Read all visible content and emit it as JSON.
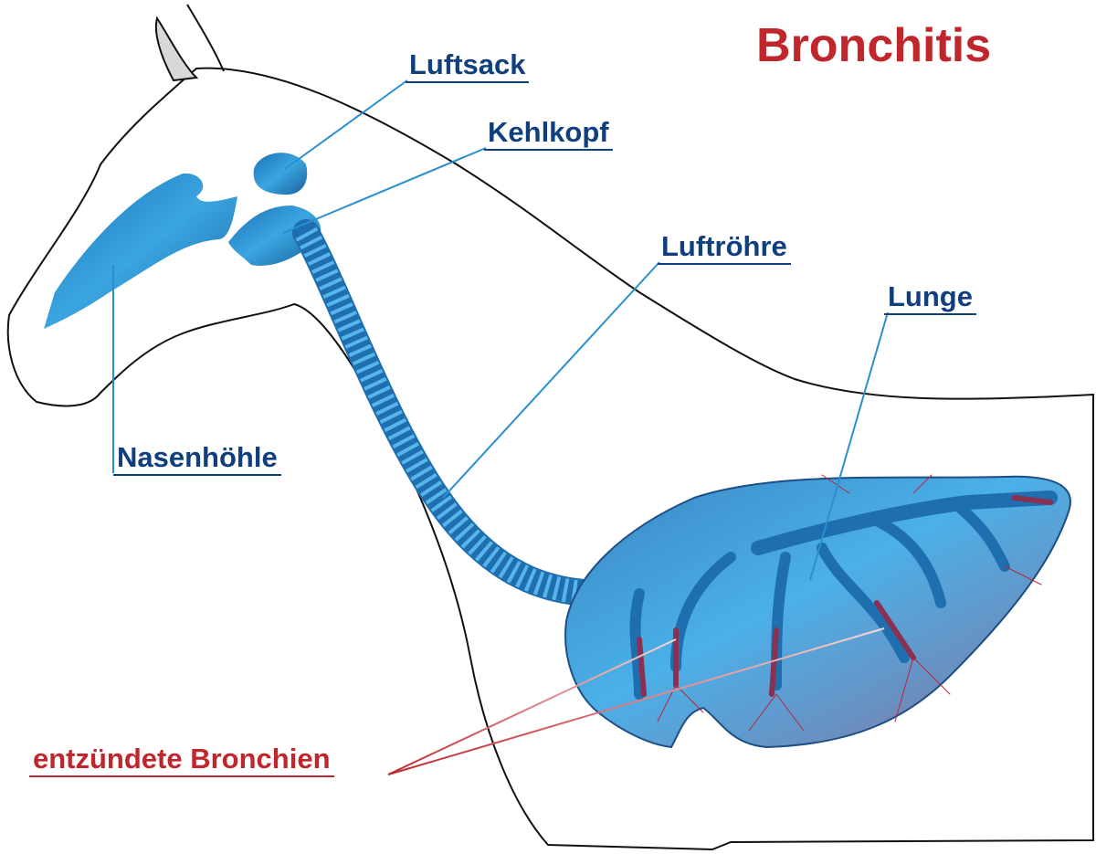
{
  "title": "Bronchitis",
  "labels": {
    "luftsack": "Luftsack",
    "kehlkopf": "Kehlkopf",
    "luftroehre": "Luftröhre",
    "lunge": "Lunge",
    "nasenhoehle": "Nasenhöhle",
    "bronchien": "entzündete Bronchien"
  },
  "colors": {
    "title": "#c0272d",
    "label_blue": "#0f3f7e",
    "organ_blue": "#2a8fd0",
    "inflamed_red": "#d0454a"
  }
}
